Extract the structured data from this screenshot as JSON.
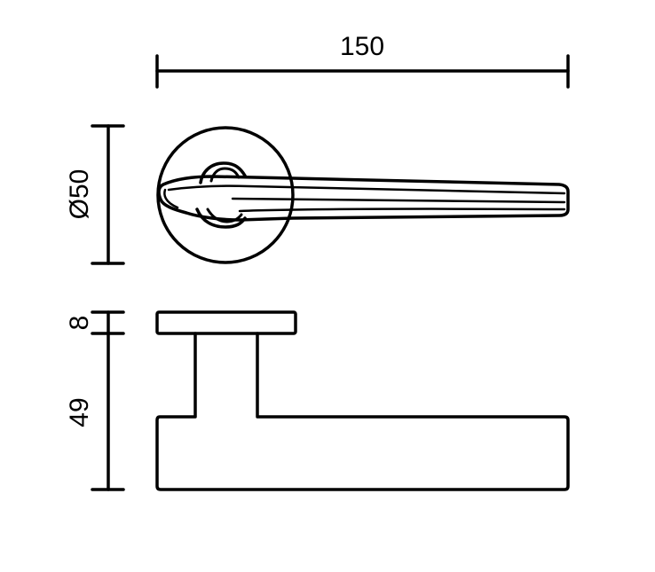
{
  "drawing": {
    "dimensions": {
      "length": "150",
      "rose_diameter": "Ø50",
      "rose_thickness": "8",
      "projection": "49"
    },
    "colors": {
      "line": "#000000",
      "background": "#ffffff"
    }
  }
}
